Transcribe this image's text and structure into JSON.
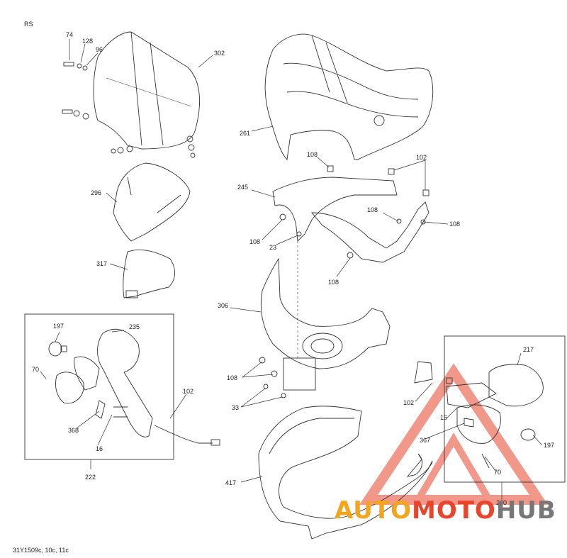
{
  "corner_labels": {
    "model": "RS",
    "reference": "31Y1509c, 10c, 11c"
  },
  "watermark": {
    "part1": "AUTO",
    "part2": "MOTO",
    "part3": "HUB",
    "color_orange": "#f5a51c",
    "color_red": "#e8452d",
    "color_grey": "#777777"
  },
  "callouts": {
    "c74": "74",
    "c128": "128",
    "c96": "96",
    "c302": "302",
    "c261": "261",
    "c296": "296",
    "c317": "317",
    "c108_a": "108",
    "c102_a": "102",
    "c245": "245",
    "c108_b": "108",
    "c108_c": "108",
    "c108_d": "108",
    "c23": "23",
    "c108_e": "108",
    "c306": "306",
    "c197_a": "197",
    "c235": "235",
    "c70_a": "70",
    "c102_b": "102",
    "c368": "368",
    "c16_a": "16",
    "c222": "222",
    "c108_f": "108",
    "c33": "33",
    "c417": "417",
    "c217": "217",
    "c102_c": "102",
    "c16_b": "16",
    "c367": "367",
    "c197_b": "197",
    "c70_b": "70",
    "c240": "240"
  }
}
